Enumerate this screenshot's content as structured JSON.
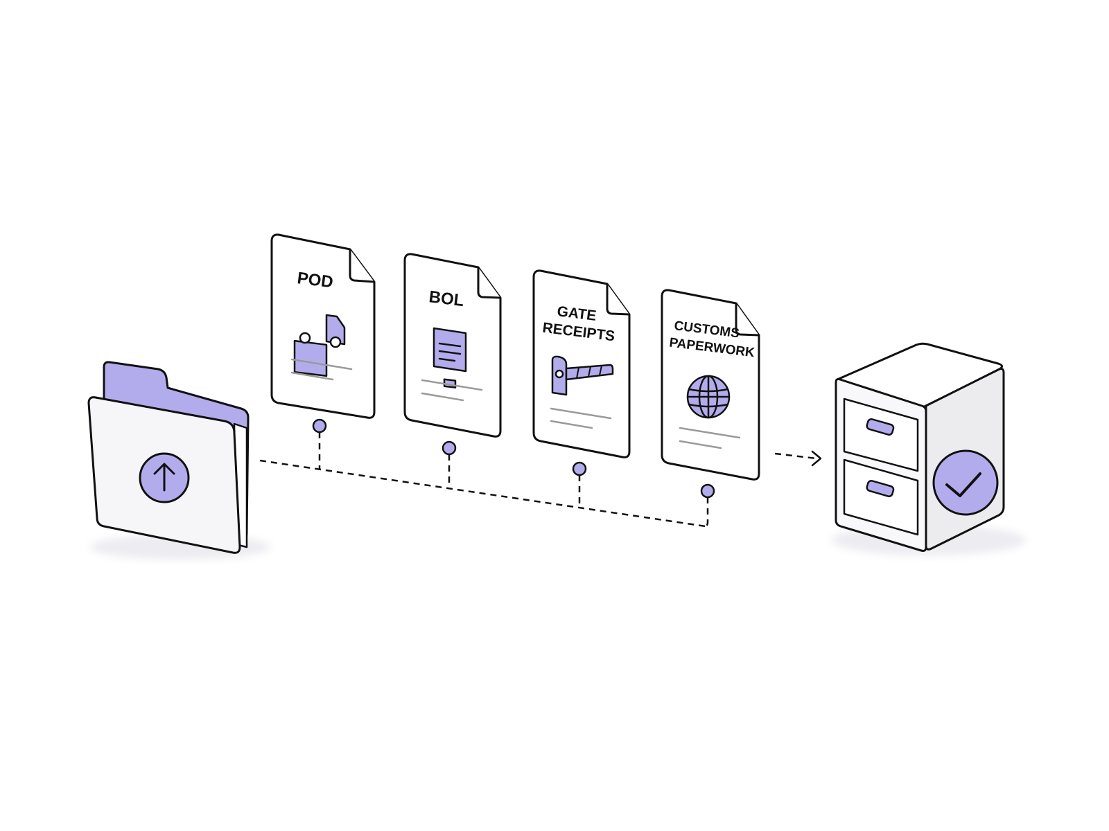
{
  "colors": {
    "accent": "#b3acec",
    "accent_stroke": "#1a1a2e",
    "outline": "#111111",
    "paper": "#ffffff",
    "shadow": "#ececf1",
    "line_gray": "#9a9a9a"
  },
  "source": {
    "icon": "folder-upload-icon",
    "badge_icon": "arrow-up-icon"
  },
  "documents": [
    {
      "label_lines": [
        "POD"
      ],
      "icon": "delivery-truck-icon"
    },
    {
      "label_lines": [
        "BOL"
      ],
      "icon": "clipboard-icon"
    },
    {
      "label_lines": [
        "GATE",
        "RECEIPTS"
      ],
      "icon": "gate-barrier-icon"
    },
    {
      "label_lines": [
        "CUSTOMS",
        "PAPERWORK"
      ],
      "icon": "globe-icon"
    }
  ],
  "destination": {
    "icon": "filing-cabinet-icon",
    "badge_icon": "checkmark-icon"
  }
}
